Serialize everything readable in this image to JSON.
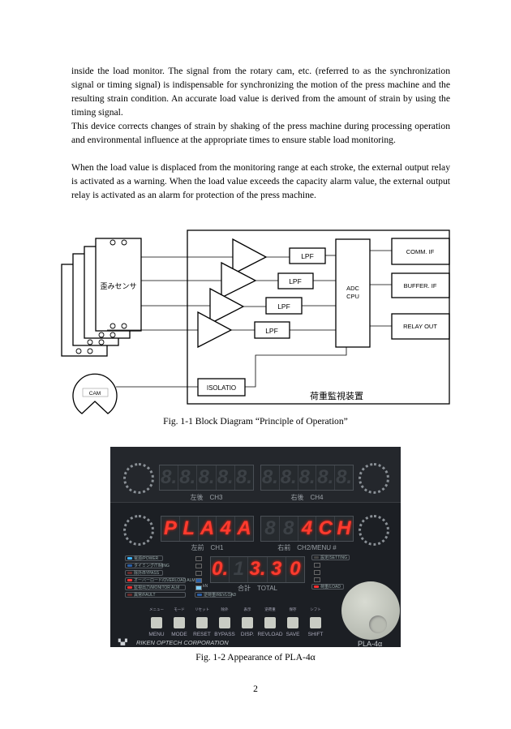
{
  "body_text": [
    "inside the load monitor. The signal from the rotary cam, etc. (referred to as the synchronization signal or timing signal) is indispensable for synchronizing the motion of the press machine and the resulting strain condition. An accurate load value is derived from the amount of strain by using the timing signal.",
    "This device corrects changes of strain by shaking of the press machine during processing operation and environmental influence at the appropriate times to ensure stable load monitoring.",
    "When the load value is displaced from the monitoring range at each stroke, the external output relay is activated as a warning. When the load value exceeds the capacity alarm value, the external output relay is activated as an alarm for protection of the press machine."
  ],
  "figure1": {
    "caption": "Fig. 1-1 Block Diagram “Principle of Operation”",
    "sensor_label": "歪みセンサ",
    "lpf_labels": [
      "LPF",
      "LPF",
      "LPF",
      "LPF"
    ],
    "adc_label": [
      "ADC",
      "CPU"
    ],
    "outputs": [
      "COMM. IF",
      "BUFFER. IF",
      "RELAY OUT"
    ],
    "isolation_label": "ISOLATIO",
    "cam_label": "CAM",
    "device_label": "荷重監視装置"
  },
  "figure2": {
    "caption": "Fig. 1-2 Appearance of PLA-4α",
    "displays": {
      "ch3": {
        "label": "左後　CH3",
        "text": [
          "8.",
          "8.",
          "8.",
          "8.",
          "8."
        ],
        "lit": [
          false,
          false,
          false,
          false,
          false
        ]
      },
      "ch4": {
        "label": "右後　CH4",
        "text": [
          "8.",
          "8.",
          "8.",
          "8.",
          "8."
        ],
        "lit": [
          false,
          false,
          false,
          false,
          false
        ]
      },
      "ch1": {
        "label": "左前　CH1",
        "text": [
          "P",
          "L",
          "A",
          "4",
          "A"
        ],
        "lit": [
          true,
          true,
          true,
          true,
          true
        ]
      },
      "ch2": {
        "label": "右前　CH2/MENU #",
        "text": [
          "8",
          "8",
          "4",
          "C",
          "H"
        ],
        "lit": [
          false,
          false,
          true,
          true,
          true
        ]
      },
      "total": {
        "label": "合計　TOTAL",
        "text": [
          "0.",
          "1",
          "3.",
          "3",
          "0"
        ],
        "lit": [
          true,
          false,
          true,
          true,
          true
        ]
      }
    },
    "status_leds": [
      {
        "label": "電源/POWER",
        "color": "#3fb6ff"
      },
      {
        "label": "タイミング/TIMING",
        "color": "#2a5fa8"
      },
      {
        "label": "除外/BYPASS",
        "color": "#6a2b2b"
      },
      {
        "label": "オーバーロード/OVERLOAD ALM",
        "color": "#ff3030"
      },
      {
        "label": "監視出力/MONITOR ALM",
        "color": "#ff3030"
      },
      {
        "label": "異常/FAULT",
        "color": "#6a2b2b"
      }
    ],
    "revload_led": "逆荷重/REVLOAD",
    "kn_label": "kN",
    "setting_led": "設定/SETTING",
    "load_led": "荷重/LOAD",
    "buttons": [
      {
        "label": "MENU",
        "jp": "メニュー"
      },
      {
        "label": "MODE",
        "jp": "モード"
      },
      {
        "label": "RESET",
        "jp": "リセット"
      },
      {
        "label": "BYPASS",
        "jp": "除外"
      },
      {
        "label": "DISP.",
        "jp": "表示"
      },
      {
        "label": "REVLOAD",
        "jp": "逆荷重"
      },
      {
        "label": "SAVE",
        "jp": "保存"
      },
      {
        "label": "SHIFT",
        "jp": "シフト"
      }
    ],
    "brand": "RIKEN OPTECH CORPORATION",
    "model": "PLA-4α"
  },
  "page_number": "2"
}
